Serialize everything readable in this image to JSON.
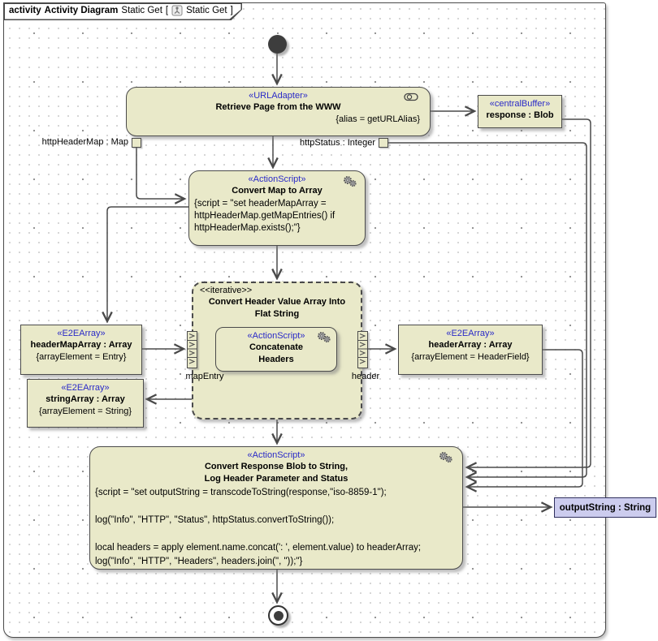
{
  "colors": {
    "node_fill": "#e9e9c9",
    "node_border": "#4b4b4b",
    "stereotype_blue": "#2a2ac8",
    "line": "#4a4a4a",
    "output_fill": "#ccccee",
    "output_border": "#30305e"
  },
  "tab": {
    "kind": "activity",
    "name": "Activity Diagram",
    "context": "Static Get",
    "bracket_open": "[",
    "inner_name": "Static Get",
    "bracket_close": "]"
  },
  "nodes": {
    "url_adapter": {
      "stereotype": "«URLAdapter»",
      "title": "Retrieve Page from the WWW",
      "tagged": "{alias = getURLAlias}"
    },
    "response_buffer": {
      "stereotype": "«centralBuffer»",
      "title": "response : Blob"
    },
    "pin_http_header_map": {
      "label": "httpHeaderMap : Map"
    },
    "pin_http_status": {
      "label": "httpStatus : Integer"
    },
    "convert_map": {
      "stereotype": "«ActionScript»",
      "title": "Convert Map to Array",
      "script_lines": [
        "{script = \"set headerMapArray =",
        "httpHeaderMap.getMapEntries() if",
        "httpHeaderMap.exists();\"}"
      ]
    },
    "iterative_region": {
      "stereotype": "<<iterative>>",
      "title_lines": [
        "Convert Header Value Array Into",
        "Flat String"
      ]
    },
    "concatenate": {
      "stereotype": "«ActionScript»",
      "title_lines": [
        "Concatenate",
        "Headers"
      ]
    },
    "expansion_in_label": "mapEntry",
    "expansion_out_label": "header",
    "header_map_array": {
      "stereotype": "«E2EArray»",
      "title": "headerMapArray : Array",
      "tagged": "{arrayElement = Entry}"
    },
    "string_array": {
      "stereotype": "«E2EArray»",
      "title": "stringArray : Array",
      "tagged": "{arrayElement = String}"
    },
    "header_array": {
      "stereotype": "«E2EArray»",
      "title": "headerArray : Array",
      "tagged": "{arrayElement = HeaderField}"
    },
    "convert_response": {
      "stereotype": "«ActionScript»",
      "title_lines": [
        "Convert Response Blob to String,",
        "Log Header Parameter and Status"
      ],
      "script_lines": [
        "{script = \"set outputString = transcodeToString(response,\"iso-8859-1\");",
        "",
        "log(\"Info\", \"HTTP\", \"Status\", httpStatus.convertToString());",
        "",
        "local headers = apply element.name.concat(': ', element.value) to headerArray;",
        "log(\"Info\", \"HTTP\", \"Headers\", headers.join(\", \"));\"}"
      ]
    },
    "output_string": {
      "label": "outputString : String"
    }
  }
}
